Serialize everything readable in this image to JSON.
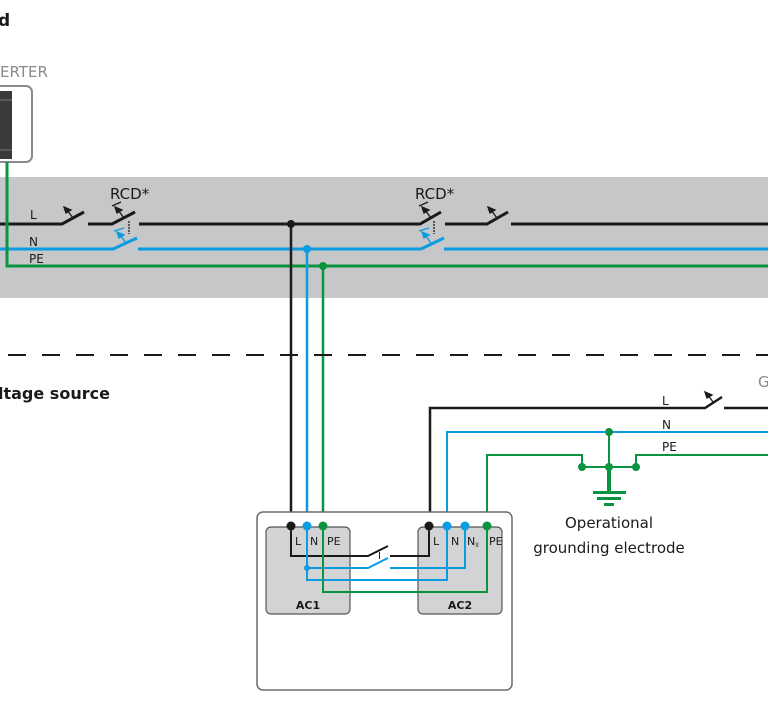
{
  "title_fragment": "d",
  "inverter_label": "ERTER",
  "section_label": "ltage source",
  "grid_label_fragment": "G",
  "top_bus": {
    "conductors": {
      "l": "L",
      "n": "N",
      "pe": "PE"
    },
    "rcd_1": "RCD*",
    "rcd_2": "RCD*"
  },
  "lower_grid": {
    "conductors": {
      "l": "L",
      "n": "N",
      "pe": "PE"
    },
    "electrode_line1": "Operational",
    "electrode_line2": "grounding electrode"
  },
  "device": {
    "ac1": {
      "title": "AC1",
      "terminals": [
        "L",
        "N",
        "PE"
      ]
    },
    "ac2": {
      "title": "AC2",
      "terminals": [
        "L",
        "N",
        "N",
        "PE"
      ],
      "n2_subscript": "II"
    },
    "switch_mark": "I"
  },
  "colors": {
    "line": "#1a1a1a",
    "neutral": "#0a9be0",
    "earth": "#0a9440",
    "band": "#c6c7c9",
    "terminal_box": "#d2d3d5"
  }
}
